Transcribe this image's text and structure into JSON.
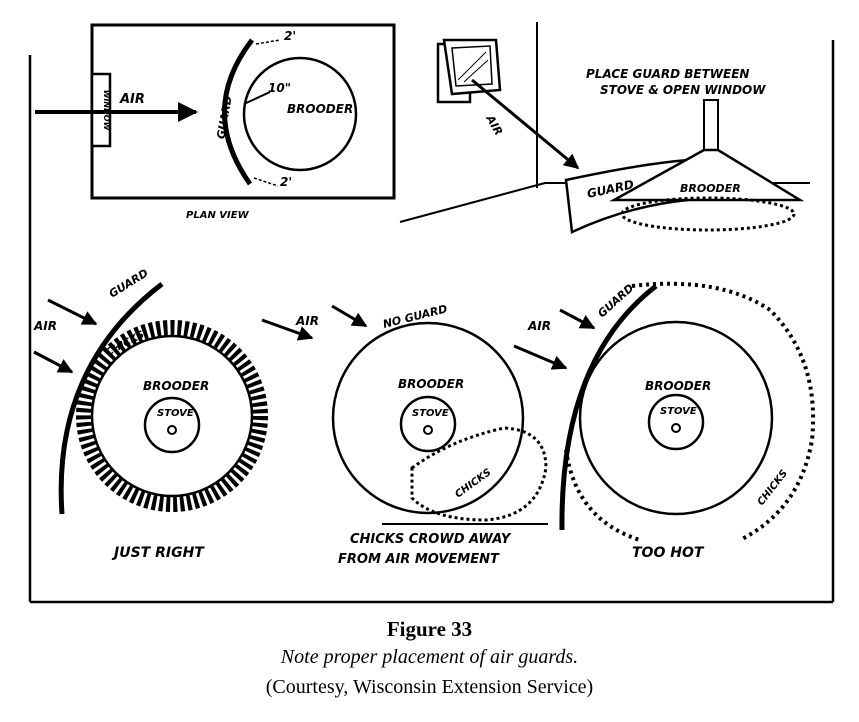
{
  "plan_view": {
    "window": "WINDOW",
    "air": "AIR",
    "guard": "GUARD",
    "brooder": "BROODER",
    "dim_top": "2'",
    "dim_radius": "10\"",
    "dim_bottom": "2'",
    "title": "PLAN VIEW"
  },
  "perspective": {
    "note_line1": "PLACE GUARD BETWEEN",
    "note_line2": "STOVE & OPEN WINDOW",
    "air": "AIR",
    "guard": "GUARD",
    "brooder": "BROODER"
  },
  "panels": {
    "left": {
      "air": "AIR",
      "guard": "GUARD",
      "chicks": "CHICKS",
      "brooder": "BROODER",
      "stove": "STOVE",
      "caption": "JUST RIGHT"
    },
    "middle": {
      "air": "AIR",
      "guard": "NO GUARD",
      "chicks": "CHICKS",
      "brooder": "BROODER",
      "stove": "STOVE",
      "caption_line1": "CHICKS CROWD AWAY",
      "caption_line2": "FROM AIR MOVEMENT"
    },
    "right": {
      "air": "AIR",
      "guard": "GUARD",
      "chicks": "CHICKS",
      "brooder": "BROODER",
      "stove": "STOVE",
      "caption": "TOO HOT"
    }
  },
  "caption": {
    "title": "Figure 33",
    "subtitle": "Note proper placement of air guards.",
    "credit": "(Courtesy, Wisconsin Extension Service)"
  }
}
